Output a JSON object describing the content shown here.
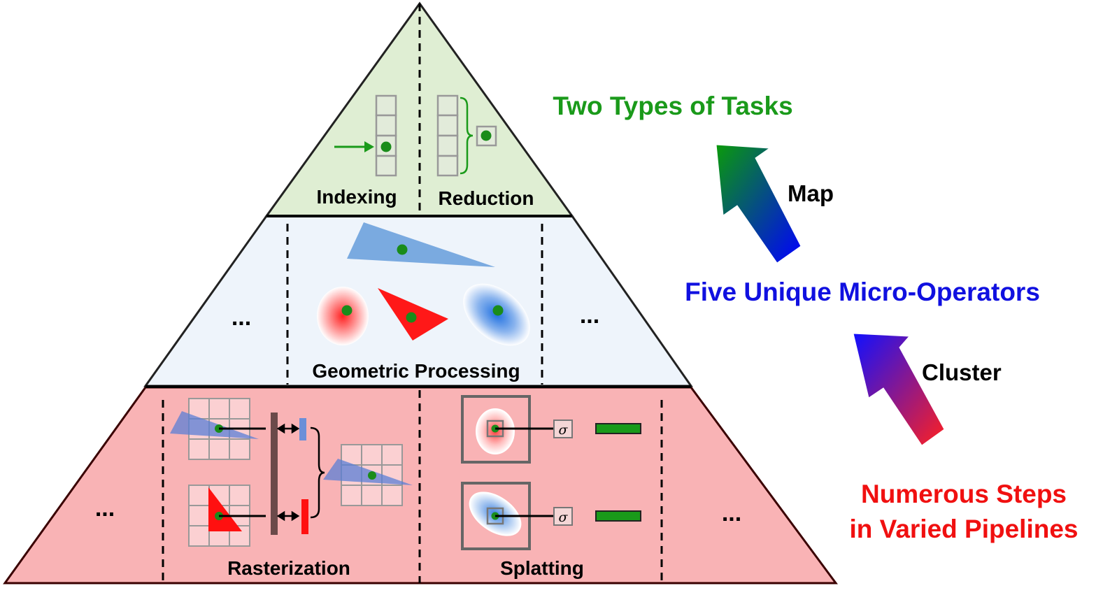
{
  "pyramid": {
    "top": {
      "indexing_label": "Indexing",
      "reduction_label": "Reduction",
      "colors": {
        "fill": "#dfeed3",
        "marker": "#1a8c1a"
      }
    },
    "middle": {
      "label": "Geometric Processing",
      "ellipsis_left": "...",
      "ellipsis_right": "...",
      "colors": {
        "fill": "#eef4fb",
        "blue": "#7aaae0",
        "red": "#ff2020"
      }
    },
    "bottom": {
      "rasterization_label": "Rasterization",
      "splatting_label": "Splatting",
      "ellipsis_left": "...",
      "ellipsis_right": "...",
      "sigma_symbol": "σ",
      "colors": {
        "fill": "#f9b3b5",
        "green_bar": "#1a9a1a"
      }
    }
  },
  "right_panel": {
    "top_heading": "Two Types of Tasks",
    "map_label": "Map",
    "middle_heading": "Five Unique Micro-Operators",
    "cluster_label": "Cluster",
    "bottom_heading_line1": "Numerous Steps",
    "bottom_heading_line2": "in Varied Pipelines",
    "colors": {
      "green": "#1a9a1a",
      "blue": "#1010e0",
      "red": "#f01010"
    }
  }
}
